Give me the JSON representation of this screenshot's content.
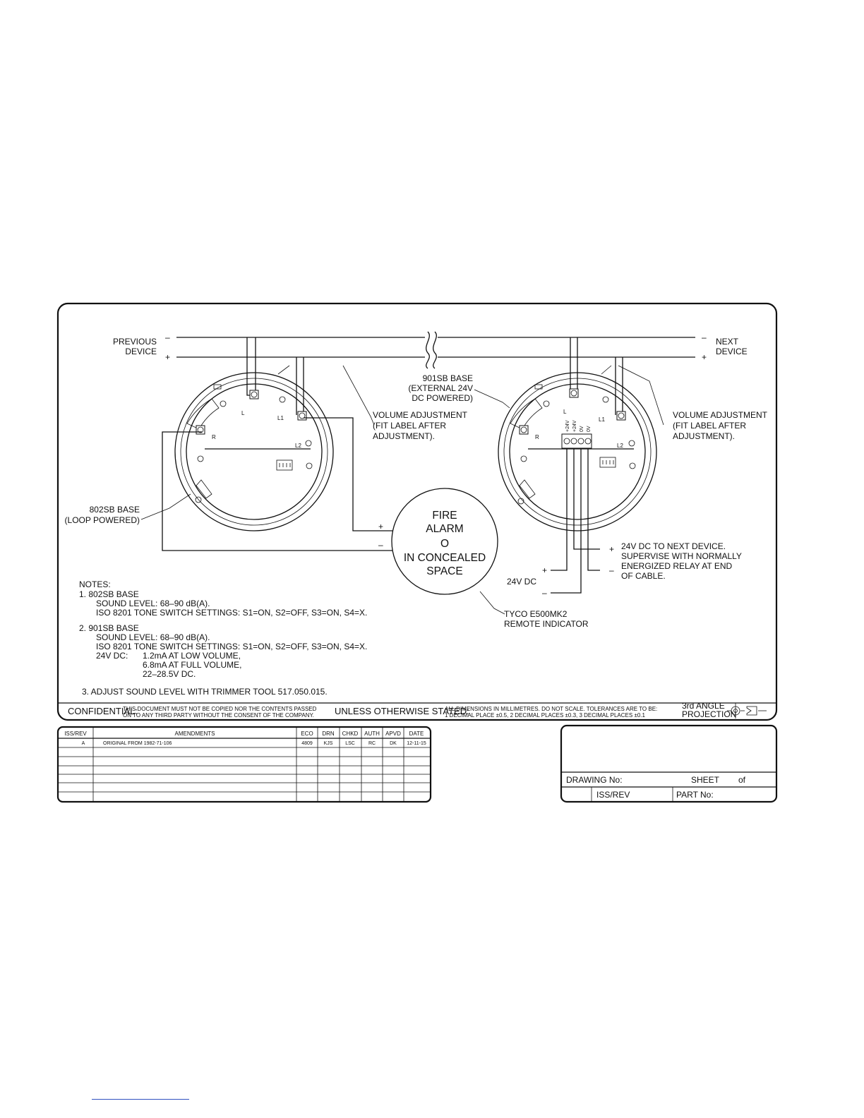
{
  "wiring": {
    "previous_device": [
      "PREVIOUS",
      "DEVICE"
    ],
    "next_device": [
      "NEXT",
      "DEVICE"
    ],
    "minus": "–",
    "plus": "+",
    "base_802": [
      "802SB BASE",
      "(LOOP POWERED)"
    ],
    "base_901": [
      "901SB BASE",
      "(EXTERNAL 24V",
      "DC POWERED)"
    ],
    "volume_left": [
      "VOLUME ADJUSTMENT",
      "(FIT LABEL AFTER",
      "ADJUSTMENT)."
    ],
    "volume_right": [
      "VOLUME ADJUSTMENT",
      "(FIT LABEL AFTER",
      "ADJUSTMENT)."
    ],
    "indicator_text": [
      "FIRE",
      "ALARM",
      "O",
      "IN CONCEALED",
      "SPACE"
    ],
    "remote_indicator": [
      "TYCO E500MK2",
      "REMOTE INDICATOR"
    ],
    "next_device_note": [
      "24V DC TO NEXT DEVICE.",
      "SUPERVISE WITH NORMALLY",
      "ENERGIZED RELAY AT END",
      "OF CABLE."
    ],
    "supply": "24V DC",
    "terminal_labels": [
      "+24V",
      "+24V",
      "0V",
      "0V"
    ],
    "base_terminals": [
      "L",
      "L1",
      "R",
      "L2"
    ]
  },
  "notes": {
    "heading": "NOTES:",
    "lines": [
      "1.   802SB BASE",
      "SOUND LEVEL:  68–90  dB(A).",
      "ISO  8201  TONE  SWITCH  SETTINGS:  S1=ON,  S2=OFF,  S3=ON,  S4=X.",
      "2.   901SB BASE",
      "SOUND LEVEL:  68–90  dB(A).",
      "ISO  8201  TONE  SWITCH  SETTINGS:  S1=ON,  S2=OFF,  S3=ON,  S4=X.",
      "24V DC:",
      "1.2mA  AT  LOW  VOLUME,",
      "6.8mA  AT  FULL  VOLUME,",
      "22–28.5V  DC.",
      "3.   ADJUST  SOUND  LEVEL  WITH  TRIMMER  TOOL  517.050.015."
    ]
  },
  "footer_strip": {
    "confidential_label": "CONFIDENTIAL:",
    "confidential_text": [
      "THIS DOCUMENT MUST NOT BE COPIED NOR THE CONTENTS PASSED",
      "ON TO ANY THIRD PARTY WITHOUT THE CONSENT OF THE COMPANY."
    ],
    "unless_label": "UNLESS OTHERWISE STATED:",
    "unless_text": [
      "ALL DIMENSIONS IN MILLIMETRES. DO NOT SCALE. TOLERANCES ARE TO BE:",
      "1 DECIMAL PLACE ±0.5, 2 DECIMAL PLACES ±0.3, 3 DECIMAL PLACES ±0.1"
    ],
    "projection": [
      "3rd ANGLE",
      "PROJECTION"
    ]
  },
  "amendments": {
    "headers": [
      "ISS/REV",
      "AMENDMENTS",
      "ECO",
      "DRN",
      "CHKD",
      "AUTH",
      "APVD",
      "DATE"
    ],
    "rows": [
      [
        "A",
        "ORIGINAL FROM 1982-71-106",
        "4809",
        "KJS",
        "LSC",
        "RC",
        "DK",
        "12-11-15"
      ],
      [
        "",
        "",
        "",
        "",
        "",
        "",
        "",
        ""
      ],
      [
        "",
        "",
        "",
        "",
        "",
        "",
        "",
        ""
      ],
      [
        "",
        "",
        "",
        "",
        "",
        "",
        "",
        ""
      ],
      [
        "",
        "",
        "",
        "",
        "",
        "",
        "",
        ""
      ],
      [
        "",
        "",
        "",
        "",
        "",
        "",
        "",
        ""
      ],
      [
        "",
        "",
        "",
        "",
        "",
        "",
        "",
        ""
      ]
    ]
  },
  "title_block": {
    "drawing_no": "DRAWING No:",
    "sheet": "SHEET",
    "of": "of",
    "iss_rev": "ISS/REV",
    "part_no": "PART No:"
  }
}
